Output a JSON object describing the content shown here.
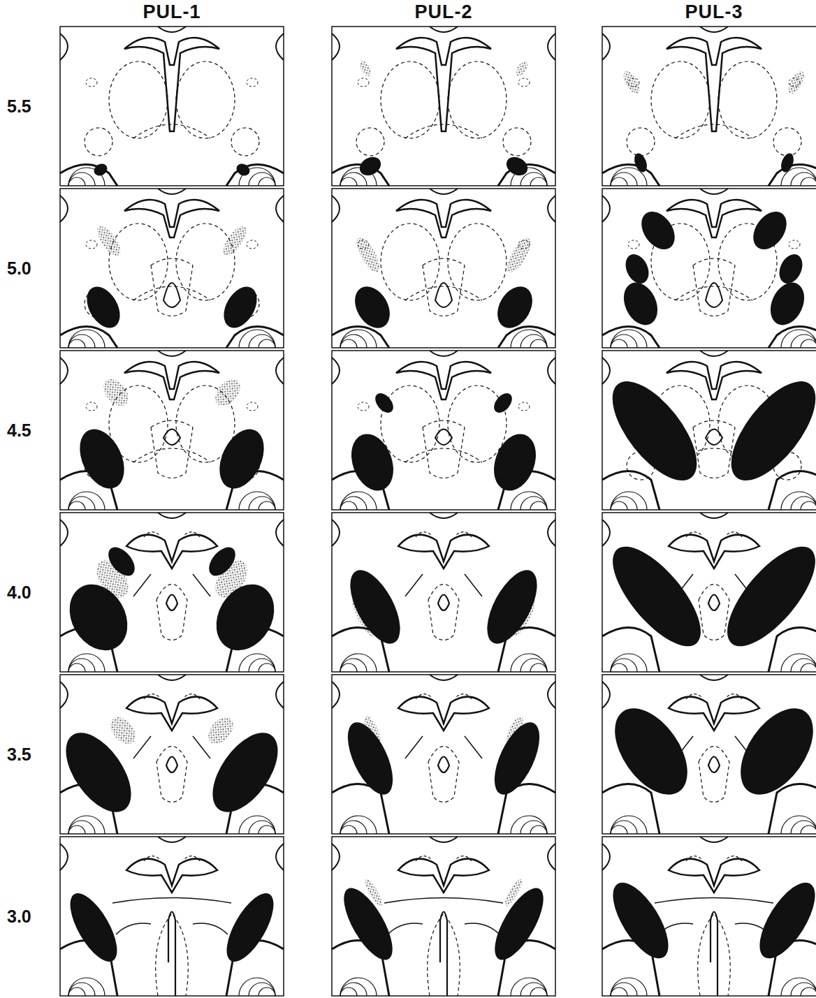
{
  "diagram": {
    "labels": [
      "PUL-1",
      "PUL-2",
      "PUL-3",
      "5.5",
      "5.0",
      "4.5",
      "4.0",
      "3.5",
      "3.0"
    ]
  }
}
